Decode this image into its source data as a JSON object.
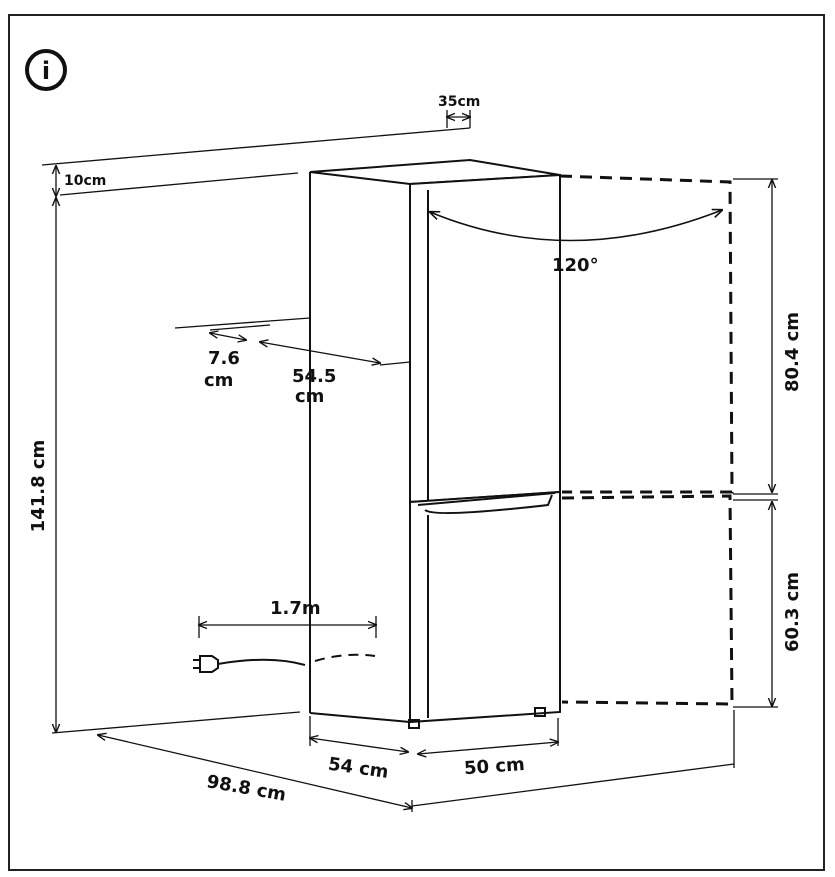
{
  "info_icon": {
    "name": "info-icon",
    "glyph": "i"
  },
  "dimensions": {
    "rear_gap_depth": "35cm",
    "top_clearance": "10cm",
    "door_open_angle": "120°",
    "side_gap_value": "7.6",
    "side_gap_unit": "cm",
    "inner_depth_value": "54.5",
    "inner_depth_unit": "cm",
    "total_height": "141.8 cm",
    "upper_door_height": "80.4 cm",
    "lower_door_height": "60.3 cm",
    "cord_length": "1.7m",
    "depth": "54 cm",
    "width": "50 cm",
    "open_door_depth": "98.8 cm"
  },
  "colors": {
    "line": "#111111",
    "background": "#ffffff"
  }
}
